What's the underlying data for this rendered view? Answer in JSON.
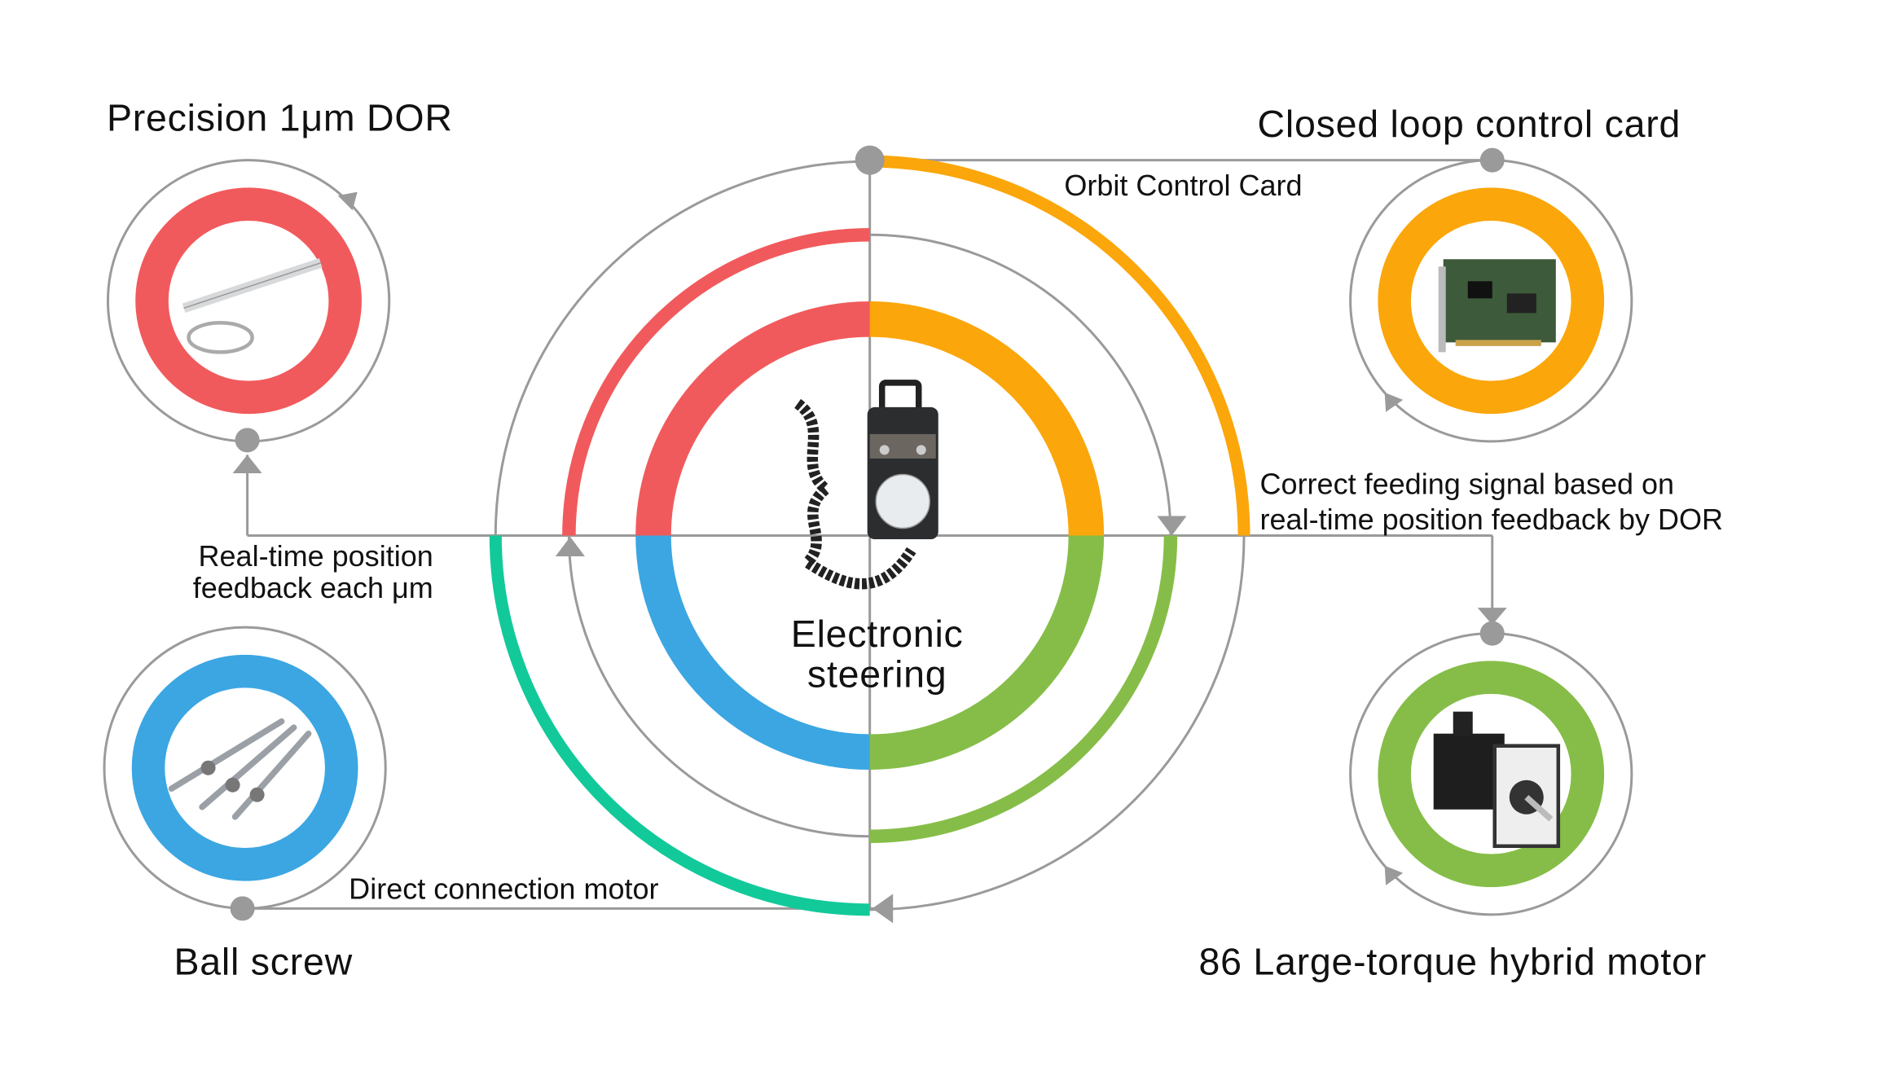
{
  "colors": {
    "red": "#f15a5c",
    "orange": "#fba60a",
    "green": "#86bd48",
    "blue": "#3ba6e2",
    "teal": "#12c99a",
    "gray": "#9a9a9a"
  },
  "center": {
    "line1": "Electronic",
    "line2": "steering"
  },
  "nodes": {
    "dor": {
      "title": "Precision 1μm DOR",
      "icon": "linear-scale-icon"
    },
    "card": {
      "title": "Closed loop control card",
      "icon": "circuit-card-icon"
    },
    "ballscrew": {
      "title": "Ball screw",
      "icon": "ball-screw-icon"
    },
    "motor": {
      "title": "86 Large-torque hybrid motor",
      "icon": "stepper-motor-icon"
    }
  },
  "connectors": {
    "orbit": "Orbit Control Card",
    "correct_line1": "Correct feeding signal based on",
    "correct_line2": "real-time position feedback by DOR",
    "feedback_line1": "Real-time position",
    "feedback_line2": "feedback each μm",
    "direct": "Direct connection motor"
  }
}
